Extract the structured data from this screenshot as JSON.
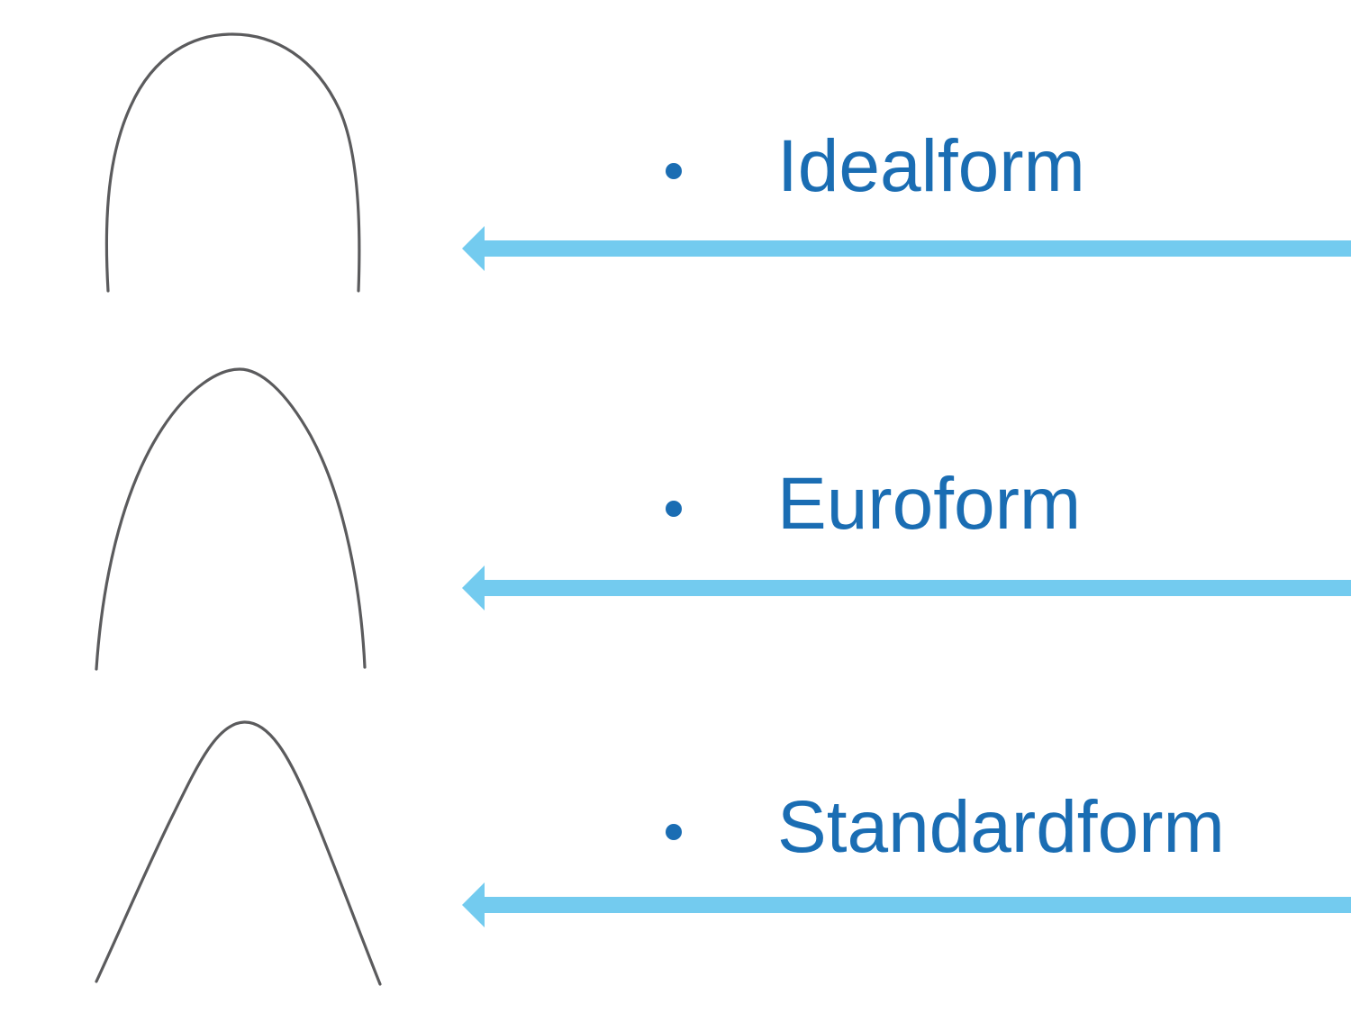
{
  "slide": {
    "items": [
      {
        "label": "Idealform",
        "figure": "ideal-archwire"
      },
      {
        "label": "Euroform",
        "figure": "euro-archwire"
      },
      {
        "label": "Standardform",
        "figure": "standard-archwire"
      }
    ],
    "colors": {
      "label_text": "#1a6db3",
      "bullet": "#1a6db3",
      "arrow": "#73cbef",
      "archwire": "#5b5b5d",
      "background": "#ffffff"
    }
  }
}
